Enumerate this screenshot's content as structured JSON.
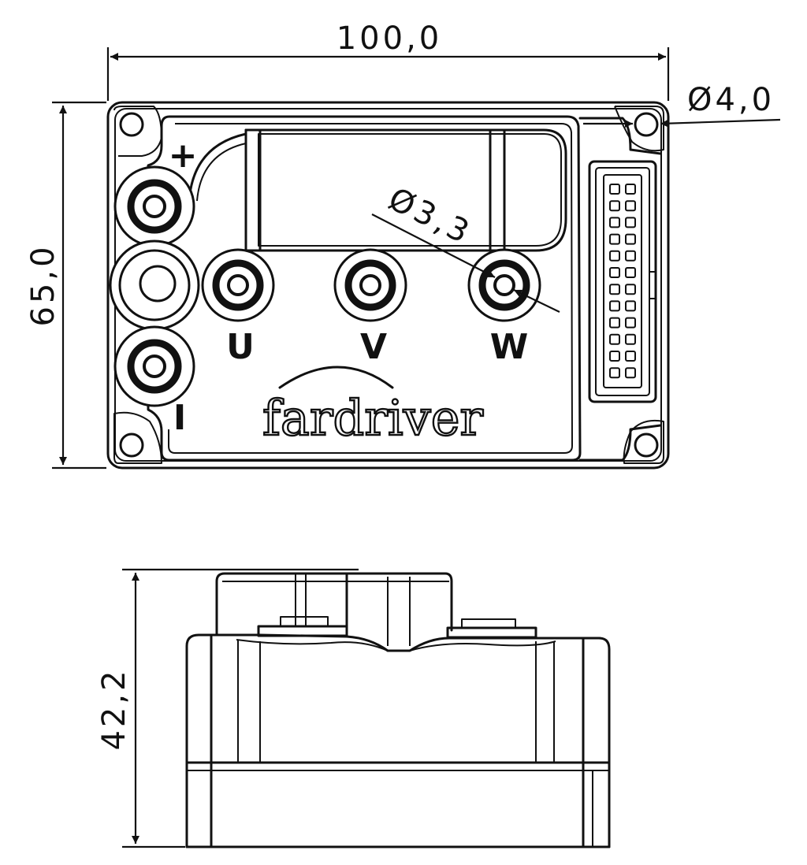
{
  "dimensions": {
    "width": "100,0",
    "height": "65,0",
    "depth": "42,2",
    "mount_hole_diameter": "Ø4,0",
    "terminal_hole_diameter": "Ø3,3"
  },
  "terminal_labels": {
    "positive": "+",
    "negative": "I",
    "phase_u": "U",
    "phase_v": "V",
    "phase_w": "W"
  },
  "brand": "fardriver",
  "connector": {
    "rows": 12,
    "columns": 2
  }
}
